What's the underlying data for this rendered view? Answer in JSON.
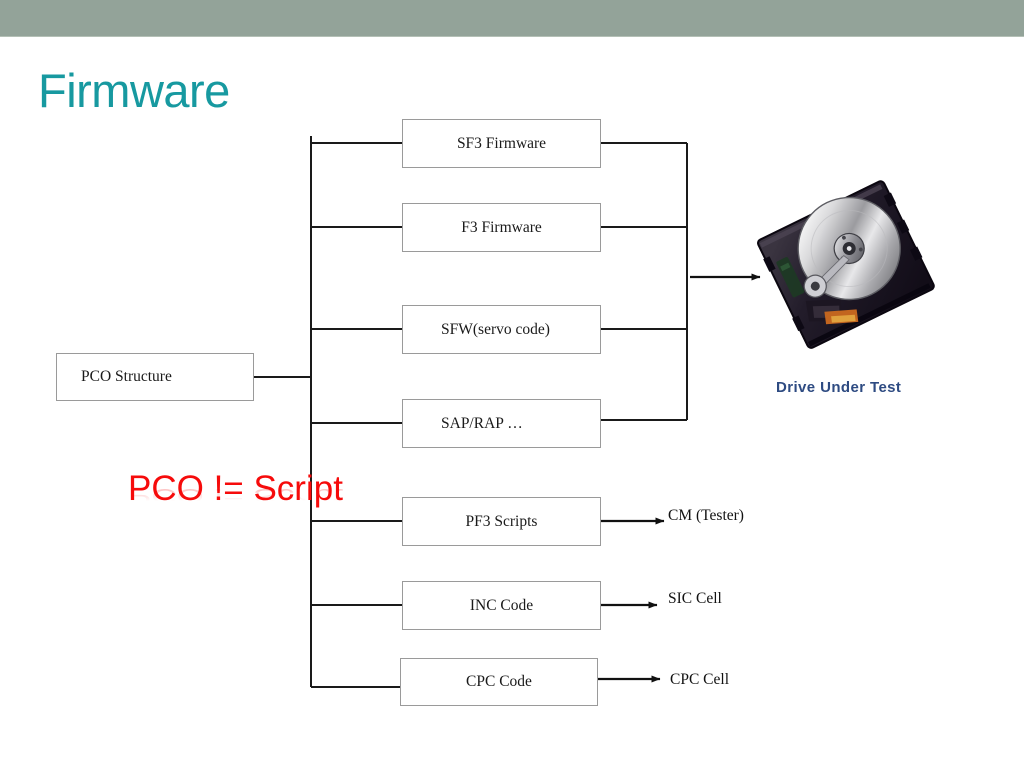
{
  "slide": {
    "title": "Firmware",
    "title_color": "#1799a0",
    "band_color": "#93a399",
    "background": "#ffffff"
  },
  "diagram": {
    "root": {
      "label": "PCO Structure"
    },
    "branches": [
      {
        "label": "SF3 Firmware",
        "target": "drive"
      },
      {
        "label": "F3 Firmware",
        "target": "drive"
      },
      {
        "label": "SFW(servo code)",
        "target": "drive"
      },
      {
        "label": "SAP/RAP …",
        "target": "drive"
      },
      {
        "label": "PF3 Scripts",
        "target": "CM (Tester)"
      },
      {
        "label": "INC Code",
        "target": "SIC Cell"
      },
      {
        "label": "CPC Code",
        "target": "CPC Cell"
      }
    ],
    "endpoints": [
      {
        "label": "CM (Tester)"
      },
      {
        "label": "SIC Cell"
      },
      {
        "label": "CPC Cell"
      }
    ],
    "drive": {
      "caption": "Drive Under Test",
      "caption_color": "#2e4b82",
      "icon": "hard-disk-drive-photo"
    },
    "line_color": "#1a1a1a",
    "box_border_color": "#9a9a9a"
  },
  "emphasis": {
    "text": "PCO != Script",
    "color": "#f60b0b"
  }
}
